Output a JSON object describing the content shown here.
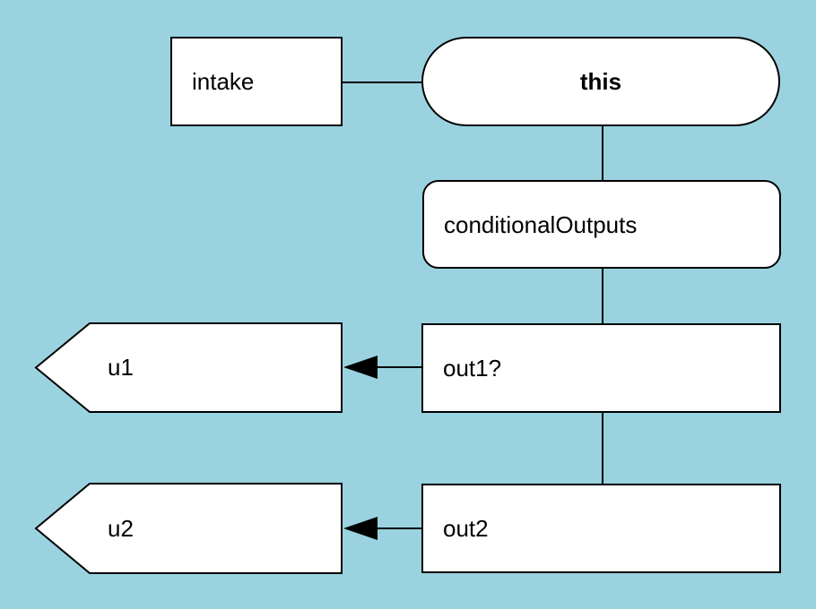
{
  "canvas": {
    "background_color": "#9AD2E0",
    "node_fill_color": "#FFFFFF",
    "stroke_color": "#000000"
  },
  "nodes": {
    "intake": {
      "label": "intake",
      "shape": "rectangle"
    },
    "this": {
      "label": "this",
      "shape": "stadium"
    },
    "conditionalOutputs": {
      "label": "conditionalOutputs",
      "shape": "rounded-rectangle"
    },
    "out1": {
      "label": "out1?",
      "shape": "rectangle"
    },
    "out2": {
      "label": "out2",
      "shape": "rectangle"
    },
    "u1": {
      "label": "u1",
      "shape": "left-pointing-pentagon"
    },
    "u2": {
      "label": "u2",
      "shape": "left-pointing-pentagon"
    }
  },
  "edges": [
    {
      "from": "intake",
      "to": "this",
      "type": "plain-line"
    },
    {
      "from": "this",
      "to": "conditionalOutputs",
      "type": "plain-line"
    },
    {
      "from": "conditionalOutputs",
      "to": "out1?",
      "type": "plain-line"
    },
    {
      "from": "out1?",
      "to": "out2",
      "type": "plain-line"
    },
    {
      "from": "out1?",
      "to": "u1",
      "type": "arrow-left"
    },
    {
      "from": "out2",
      "to": "u2",
      "type": "arrow-left"
    }
  ]
}
